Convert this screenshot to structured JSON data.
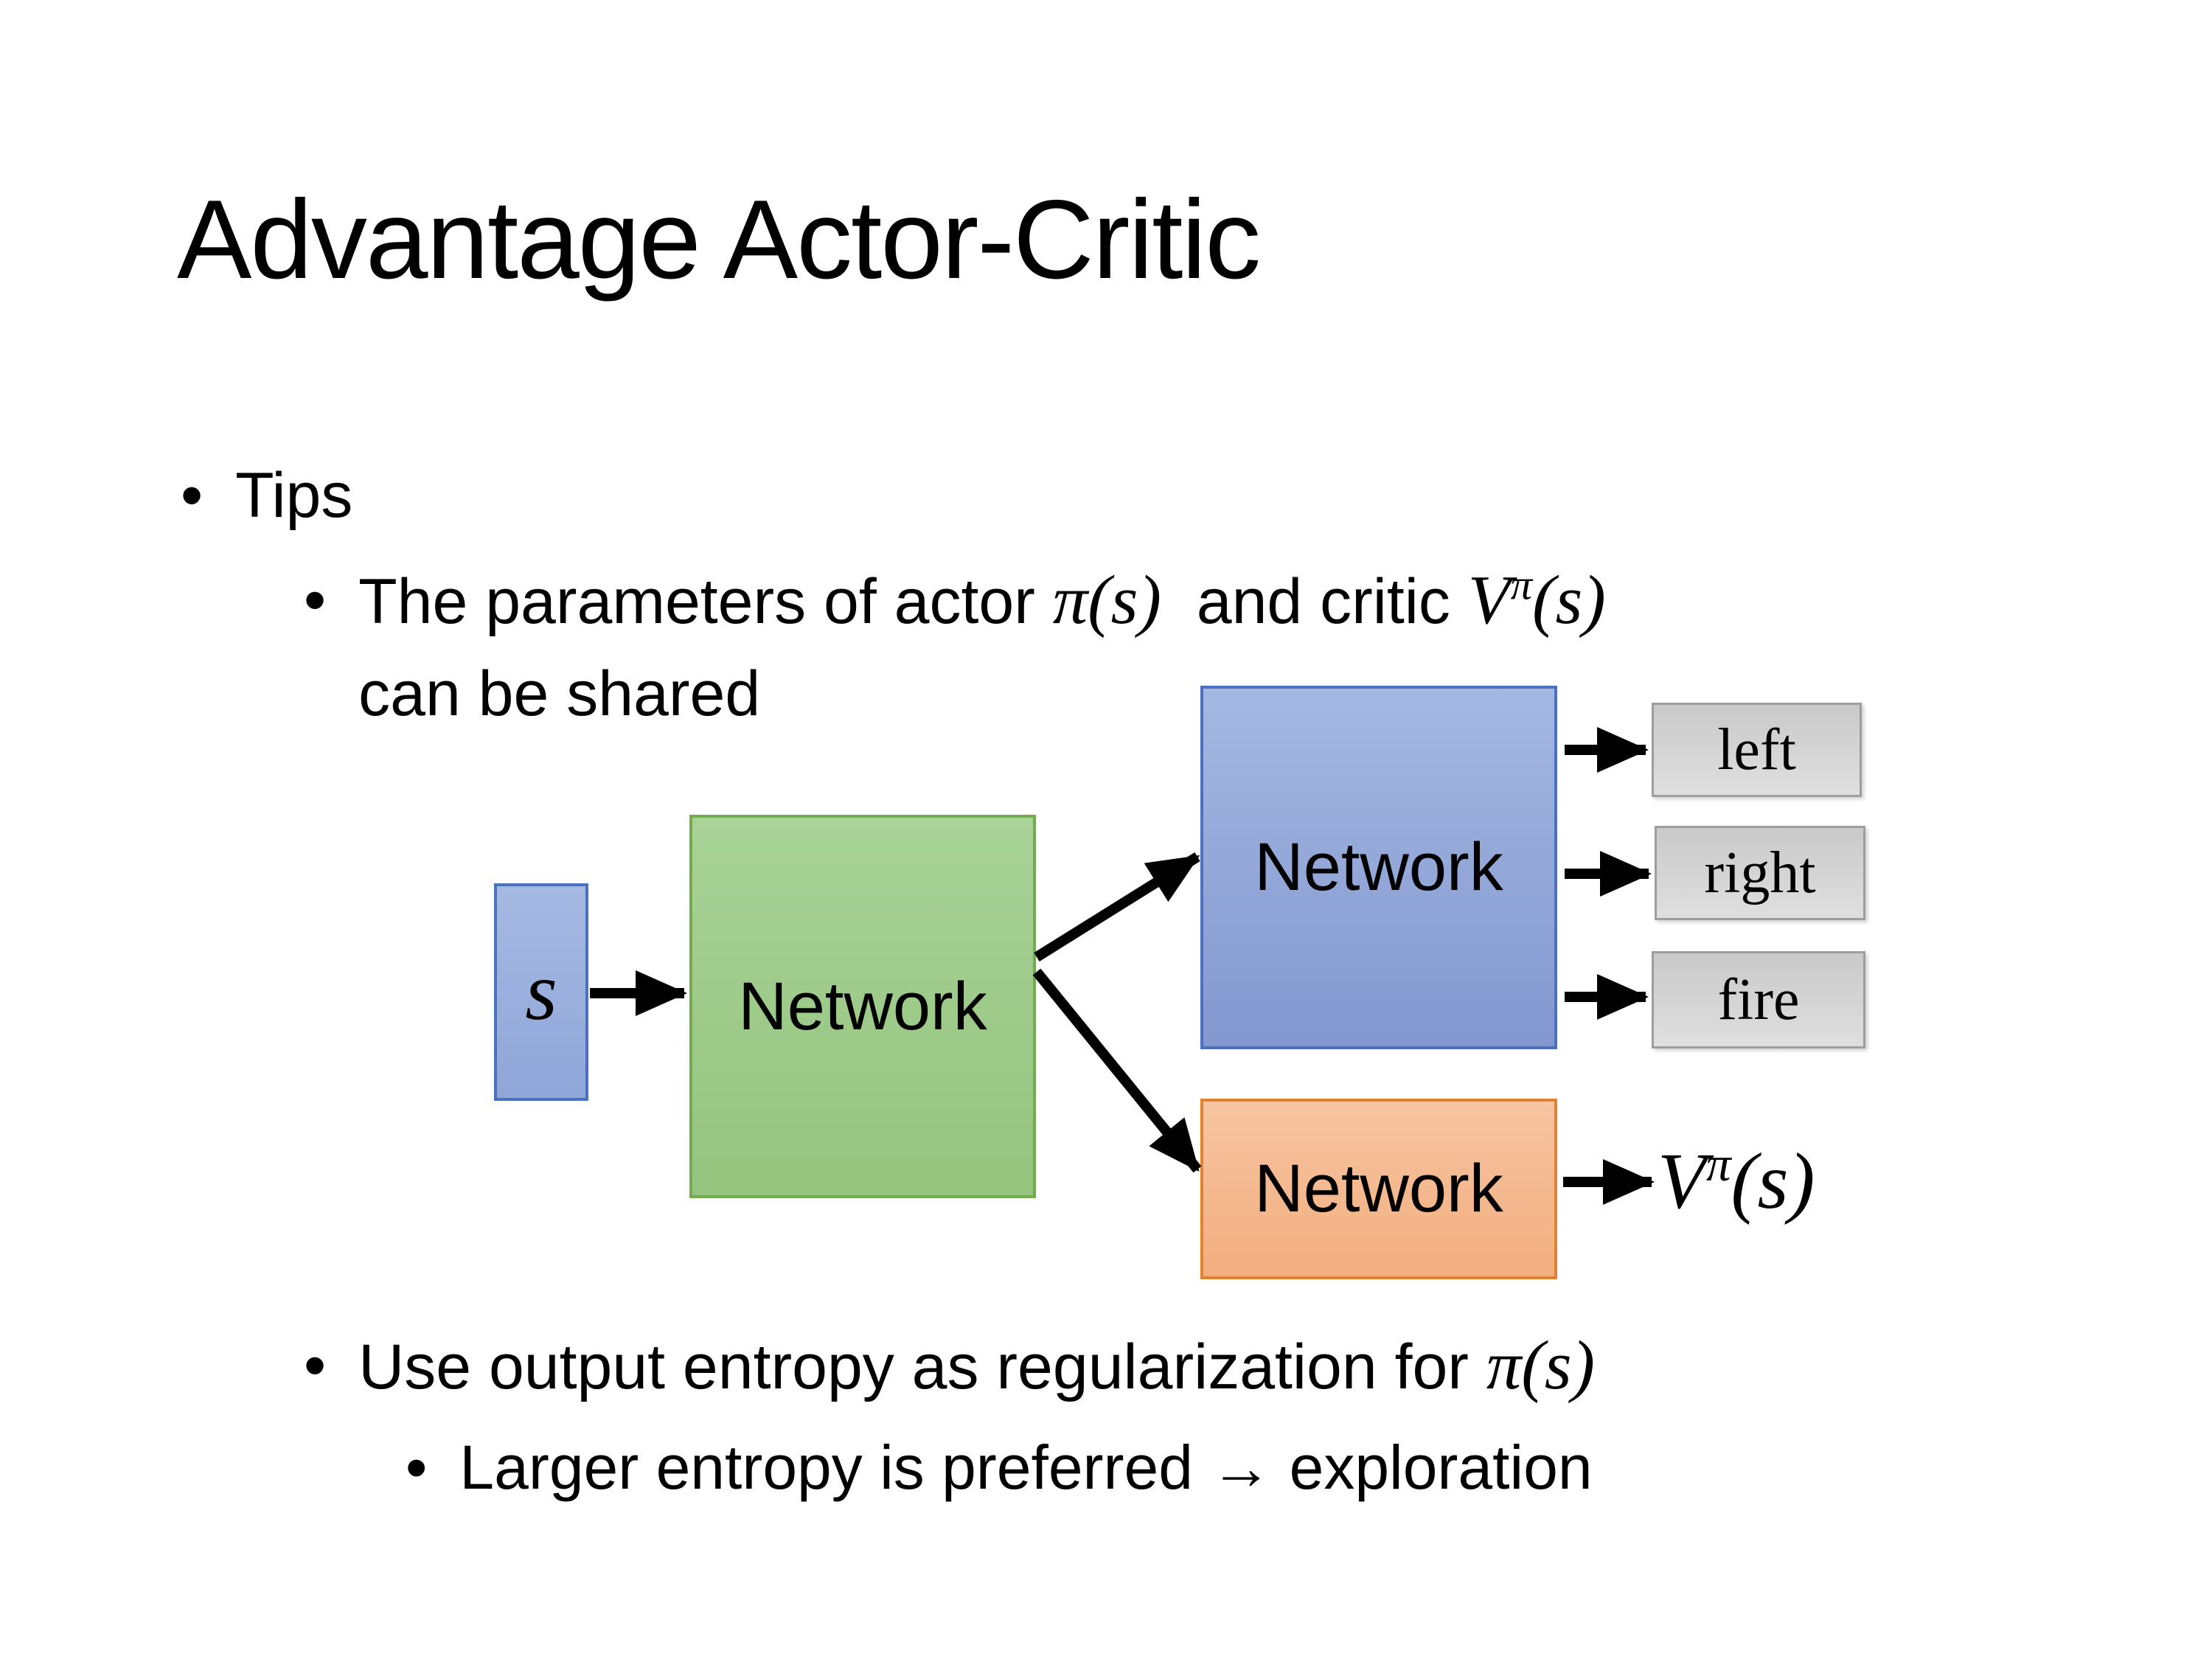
{
  "slide": {
    "title": "Advantage Actor-Critic"
  },
  "ui": {
    "bullet_char": "•"
  },
  "bullets": {
    "tips": "Tips",
    "param": {
      "pre": "The parameters of actor ",
      "math_actor": "π(s)",
      "mid": "  and critic ",
      "v": "V",
      "v_sup": "π",
      "v_args": "(s)",
      "line2": "can be shared"
    },
    "entropy": {
      "pre": "Use output entropy as regularization for ",
      "math": "π(s)"
    },
    "larger": "Larger entropy is preferred → exploration"
  },
  "diagram": {
    "state_label": "s",
    "shared_network_label": "Network",
    "actor_network_label": "Network",
    "critic_network_label": "Network",
    "actions": [
      "left",
      "right",
      "fire"
    ],
    "value_output": {
      "v": "V",
      "sup": "π",
      "args": "(s)"
    },
    "colors": {
      "state_fill_top": "#a6b9e3",
      "state_fill_bottom": "#8fa6d8",
      "state_border": "#4b70c0",
      "shared_fill_top": "#a8d297",
      "shared_fill_bottom": "#94c47e",
      "shared_border": "#74ab51",
      "actor_fill_top": "#a5b8e2",
      "actor_fill_bottom": "#8298cf",
      "actor_border": "#4b70c0",
      "critic_fill_top": "#f7c5a2",
      "critic_fill_bottom": "#f2ad7e",
      "critic_border": "#e2812f",
      "action_fill_top": "#c9c9c9",
      "action_fill_bottom": "#dfdfdf",
      "action_border": "#9d9d9d",
      "arrow": "#000000"
    }
  }
}
